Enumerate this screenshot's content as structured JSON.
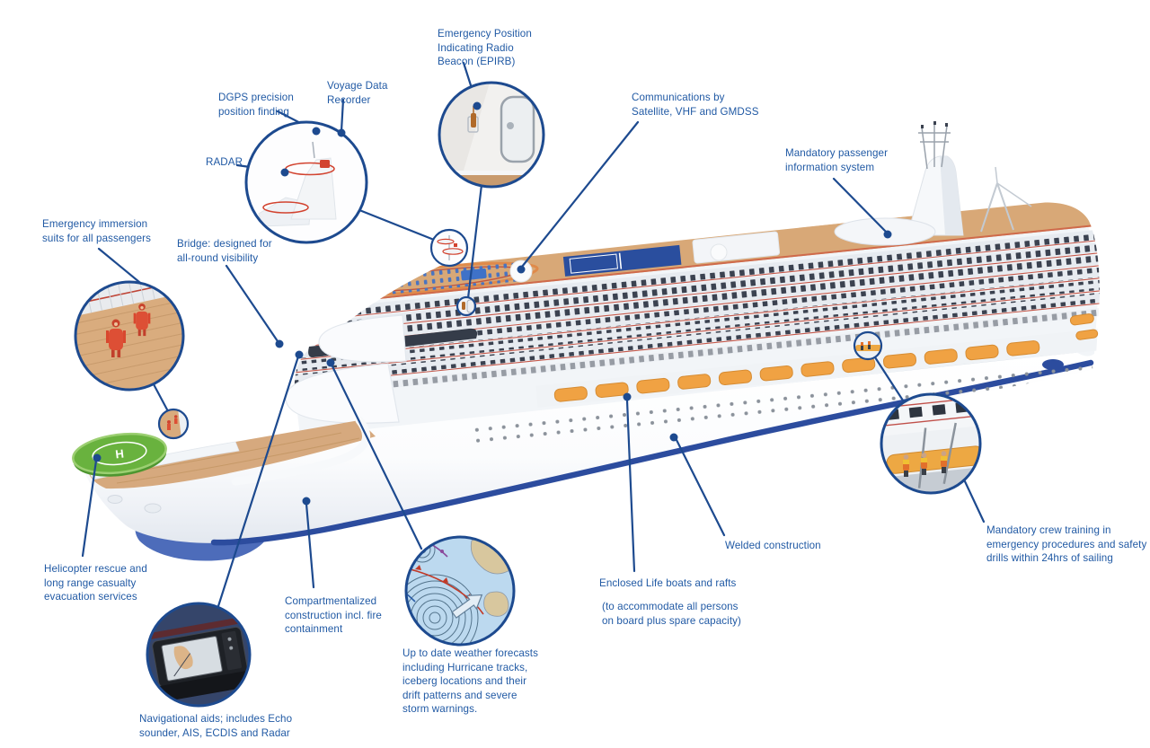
{
  "labels": {
    "epirb": "Emergency Position\nIndicating Radio\nBeacon (EPIRB)",
    "dgps": "DGPS precision\nposition finding",
    "voyage_data_recorder": "Voyage Data\nRecorder",
    "radar": "RADAR",
    "communications": "Communications by\nSatellite, VHF and GMDSS",
    "passenger_info": "Mandatory passenger\ninformation system",
    "immersion_suits": "Emergency immersion\nsuits for all passengers",
    "bridge": "Bridge: designed for\nall-round visibility",
    "helicopter_rescue": "Helicopter rescue and\nlong range casualty\nevacuation services",
    "compartmentalized": "Compartmentalized\nconstruction incl. fire\ncontainment",
    "navigational_aids": "Navigational aids; includes Echo\nsounder, AIS, ECDIS and Radar",
    "weather": "Up to date weather forecasts\nincluding Hurricane tracks,\niceberg locations and their\ndrift patterns and severe\nstorm warnings.",
    "lifeboats": "Enclosed Life boats and rafts",
    "lifeboats_note": "(to accommodate all persons\n on board plus spare capacity)",
    "welded": "Welded construction",
    "crew_training": "Mandatory crew training in\nemergency procedures and safety\ndrills within 24hrs of sailing"
  },
  "helipad_marking": "H",
  "colors": {
    "label_text": "#2059a4",
    "leader_line": "#1d4a8f",
    "waterline_navy": "#2c4c9e",
    "underwater_blue": "#4d6cba",
    "lifeboat_orange": "#f0a243",
    "deck_wood": "#d6a97e",
    "helipad_green": "#69b23e",
    "pool_deck_blue": "#2a4e9e",
    "accent_red": "#d2432f"
  }
}
